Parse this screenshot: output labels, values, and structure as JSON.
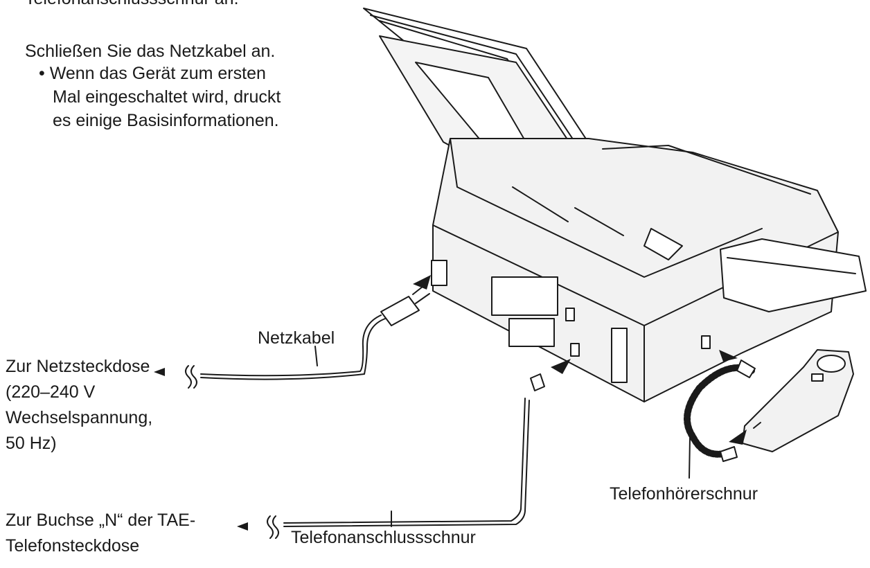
{
  "header": {
    "partial_line": "Telefonanschlussschnur an.",
    "instruction": "Schließen Sie das Netzkabel an.",
    "bullet_lines": [
      "• Wenn das Gerät zum ersten",
      "Mal eingeschaltet wird, druckt",
      "es einige Basisinformationen."
    ]
  },
  "labels": {
    "power_cord": "Netzkabel",
    "phone_line_cord": "Telefonanschlussschnur",
    "handset_cord": "Telefonhörerschnur"
  },
  "destinations": {
    "power": [
      "Zur Netzsteckdose",
      "(220–240 V",
      "Wechselspannung,",
      "50 Hz)"
    ],
    "phone": [
      "Zur Buchse „N“ der TAE-",
      "Telefonsteckdose"
    ]
  },
  "colors": {
    "line": "#1a1a1a",
    "device_fill": "#f2f2f2"
  }
}
